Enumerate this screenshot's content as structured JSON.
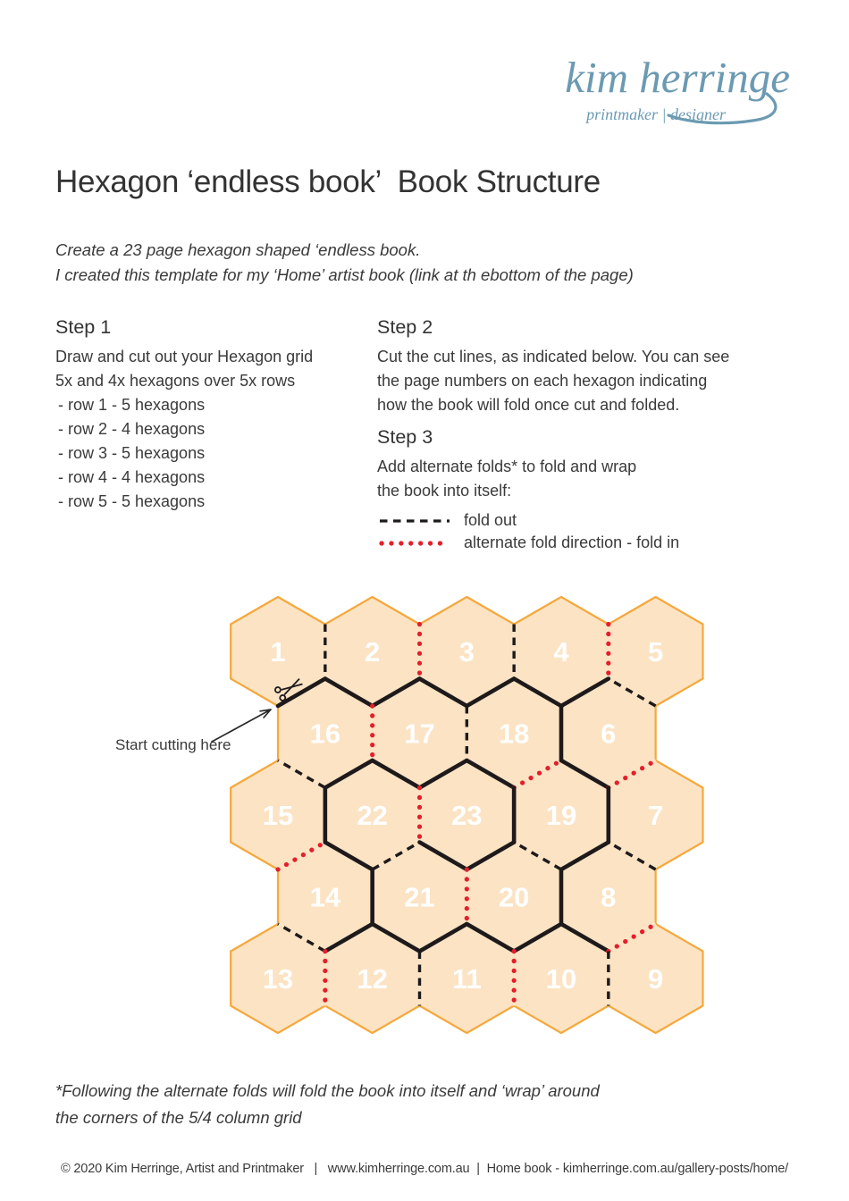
{
  "logo": {
    "name": "kim herringe",
    "tagline": "printmaker | designer"
  },
  "title": "Hexagon ‘endless book’  Book Structure",
  "intro": {
    "line1": "Create a 23 page hexagon shaped ‘endless book.",
    "line2": "I created this template for my ‘Home’ artist book (link at th ebottom of the page)"
  },
  "steps": {
    "step1": {
      "heading": "Step 1",
      "line1": "Draw and cut out your Hexagon grid",
      "line2": "5x and 4x hexagons over 5x rows",
      "rows": [
        "- row 1 - 5 hexagons",
        "- row 2 - 4 hexagons",
        "- row 3 - 5 hexagons",
        "- row 4 - 4 hexagons",
        "- row 5 - 5 hexagons"
      ]
    },
    "step2": {
      "heading": "Step 2",
      "lines": [
        "Cut the cut lines, as indicated below. You can see",
        "the page numbers on each hexagon indicating",
        "how the book will fold once cut and folded."
      ]
    },
    "step3": {
      "heading": "Step 3",
      "lines": [
        "Add alternate folds* to fold and wrap",
        "the book into itself:"
      ]
    }
  },
  "legend": {
    "fold_out_label": "fold out",
    "fold_in_label": "alternate fold direction - fold in"
  },
  "diagram": {
    "start_label": "Start cutting here",
    "rows": [
      [
        1,
        2,
        3,
        4,
        5
      ],
      [
        16,
        17,
        18,
        6
      ],
      [
        15,
        22,
        23,
        19,
        7
      ],
      [
        14,
        21,
        20,
        8
      ],
      [
        13,
        12,
        11,
        10,
        9
      ]
    ],
    "edges": [
      {
        "between": [
          1,
          2
        ],
        "type": "fold-out"
      },
      {
        "between": [
          2,
          3
        ],
        "type": "fold-in"
      },
      {
        "between": [
          3,
          4
        ],
        "type": "fold-out"
      },
      {
        "between": [
          4,
          5
        ],
        "type": "fold-in"
      },
      {
        "between": [
          1,
          16
        ],
        "type": "cut"
      },
      {
        "between": [
          16,
          2
        ],
        "type": "cut"
      },
      {
        "between": [
          2,
          17
        ],
        "type": "cut"
      },
      {
        "between": [
          17,
          3
        ],
        "type": "cut"
      },
      {
        "between": [
          3,
          18
        ],
        "type": "cut"
      },
      {
        "between": [
          18,
          4
        ],
        "type": "cut"
      },
      {
        "between": [
          4,
          6
        ],
        "type": "cut"
      },
      {
        "between": [
          6,
          5
        ],
        "type": "fold-out"
      },
      {
        "between": [
          16,
          17
        ],
        "type": "fold-in"
      },
      {
        "between": [
          17,
          18
        ],
        "type": "fold-out"
      },
      {
        "between": [
          18,
          6
        ],
        "type": "cut"
      },
      {
        "between": [
          16,
          15
        ],
        "type": "fold-out"
      },
      {
        "between": [
          16,
          22
        ],
        "type": "cut"
      },
      {
        "between": [
          17,
          22
        ],
        "type": "cut"
      },
      {
        "between": [
          17,
          23
        ],
        "type": "cut"
      },
      {
        "between": [
          18,
          23
        ],
        "type": "cut"
      },
      {
        "between": [
          18,
          19
        ],
        "type": "fold-in"
      },
      {
        "between": [
          6,
          19
        ],
        "type": "cut"
      },
      {
        "between": [
          6,
          7
        ],
        "type": "fold-in"
      },
      {
        "between": [
          15,
          22
        ],
        "type": "cut"
      },
      {
        "between": [
          22,
          23
        ],
        "type": "fold-in"
      },
      {
        "between": [
          23,
          19
        ],
        "type": "cut"
      },
      {
        "between": [
          19,
          7
        ],
        "type": "cut"
      },
      {
        "between": [
          15,
          14
        ],
        "type": "fold-in"
      },
      {
        "between": [
          22,
          14
        ],
        "type": "cut"
      },
      {
        "between": [
          22,
          21
        ],
        "type": "fold-out"
      },
      {
        "between": [
          23,
          21
        ],
        "type": "cut"
      },
      {
        "between": [
          23,
          20
        ],
        "type": "cut"
      },
      {
        "between": [
          19,
          20
        ],
        "type": "fold-out"
      },
      {
        "between": [
          19,
          8
        ],
        "type": "cut"
      },
      {
        "between": [
          7,
          8
        ],
        "type": "fold-out"
      },
      {
        "between": [
          14,
          21
        ],
        "type": "cut"
      },
      {
        "between": [
          21,
          20
        ],
        "type": "fold-in"
      },
      {
        "between": [
          20,
          8
        ],
        "type": "cut"
      },
      {
        "between": [
          14,
          13
        ],
        "type": "fold-out"
      },
      {
        "between": [
          14,
          12
        ],
        "type": "cut"
      },
      {
        "between": [
          21,
          12
        ],
        "type": "cut"
      },
      {
        "between": [
          21,
          11
        ],
        "type": "cut"
      },
      {
        "between": [
          20,
          11
        ],
        "type": "cut"
      },
      {
        "between": [
          20,
          10
        ],
        "type": "cut"
      },
      {
        "between": [
          8,
          10
        ],
        "type": "cut"
      },
      {
        "between": [
          8,
          9
        ],
        "type": "fold-in"
      },
      {
        "between": [
          13,
          12
        ],
        "type": "fold-in"
      },
      {
        "between": [
          12,
          11
        ],
        "type": "fold-out"
      },
      {
        "between": [
          11,
          10
        ],
        "type": "fold-in"
      },
      {
        "between": [
          10,
          9
        ],
        "type": "fold-out"
      }
    ]
  },
  "footnote": {
    "line1": "*Following the alternate folds will fold the book into itself and ‘wrap’ around",
    "line2": "the corners of the 5/4 column grid"
  },
  "footer": {
    "text": "© 2020 Kim Herringe, Artist and Printmaker   |   www.kimherringe.com.au  |  Home book - kimherringe.com.au/gallery-posts/home/"
  },
  "colors": {
    "hex_fill": "#FBE3C4",
    "hex_outline": "#F5A83C",
    "cut_line": "#1E1A1B",
    "fold_out_line": "#1E1A1B",
    "fold_in_line": "#E41E2B",
    "logo": "#6B9AB2",
    "text": "#3A3A3A",
    "hex_number": "#FFFFFF"
  }
}
